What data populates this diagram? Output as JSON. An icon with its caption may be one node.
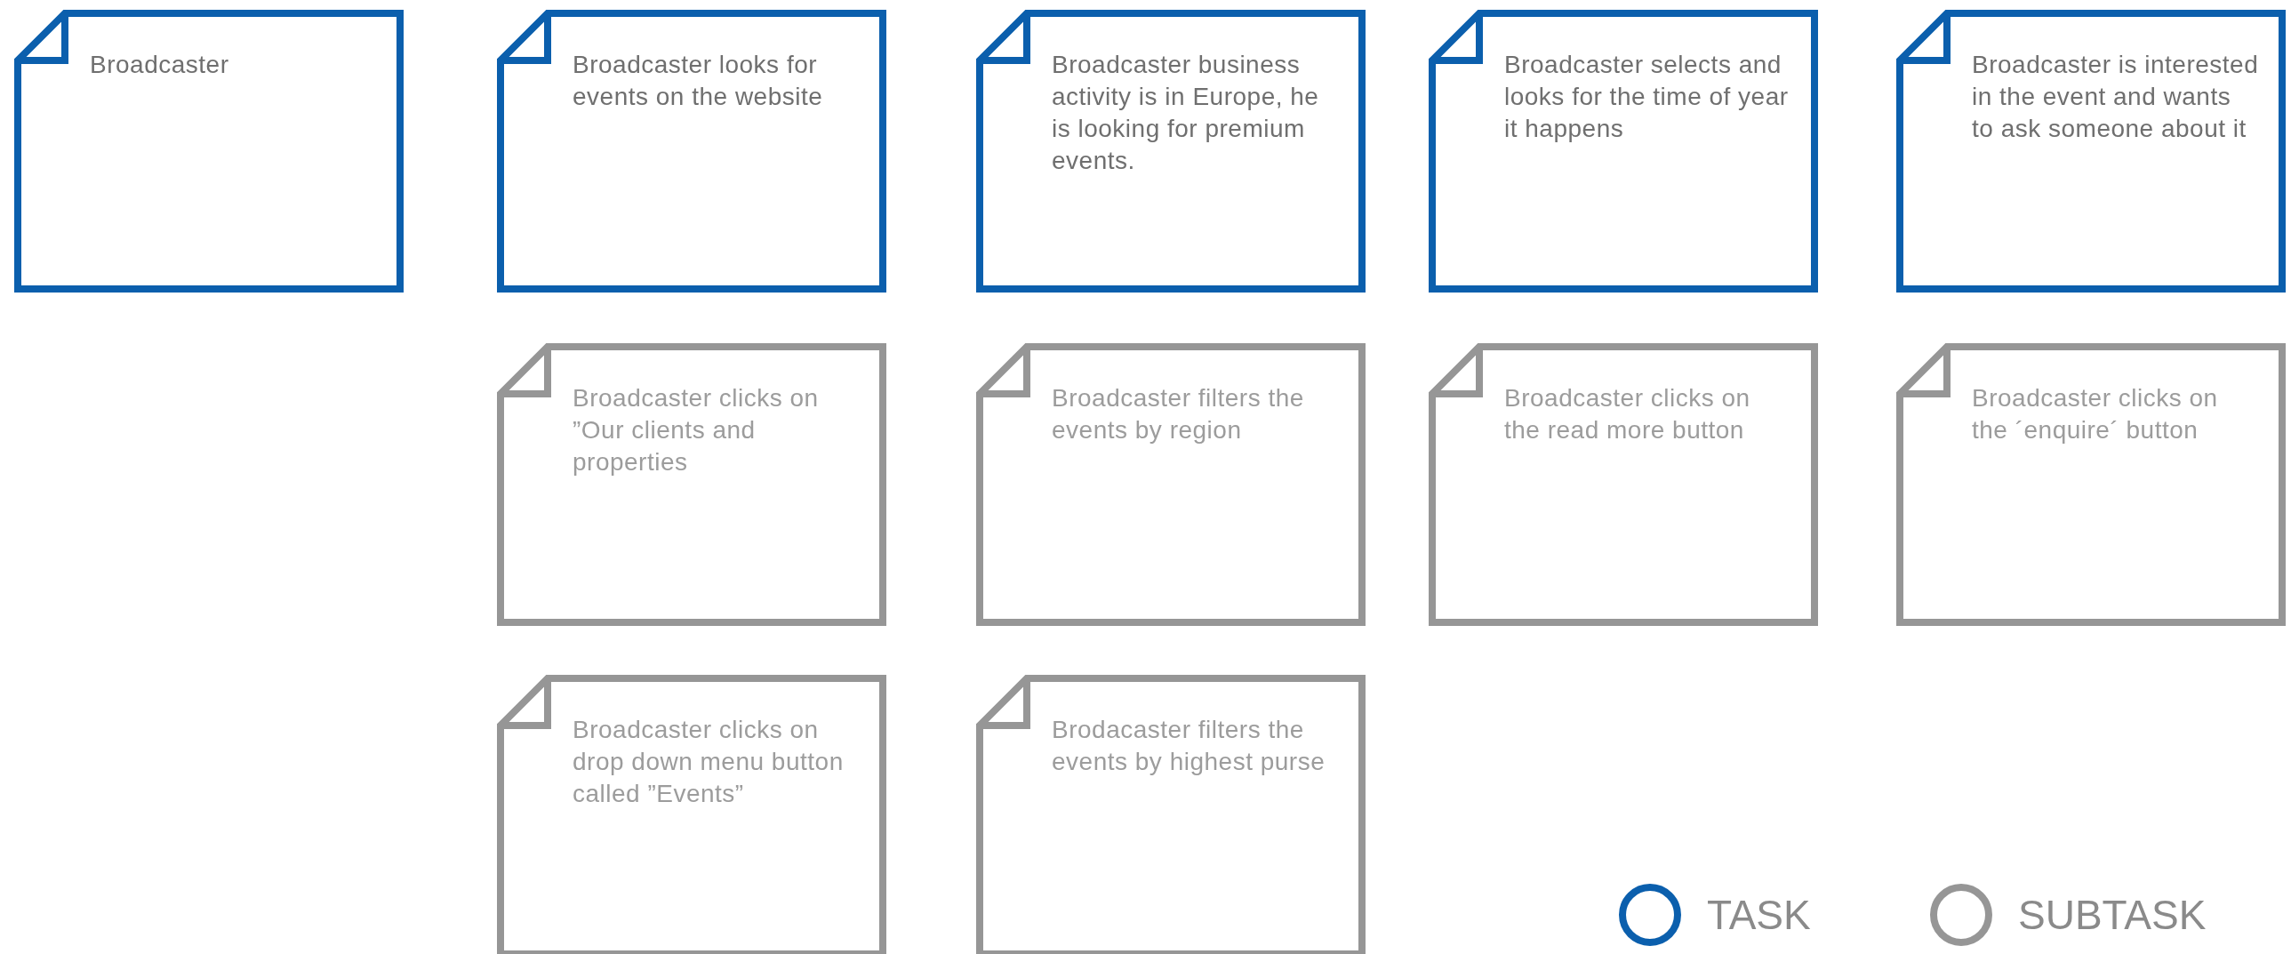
{
  "diagram": {
    "nodes": [
      {
        "text": [
          "Broadcaster"
        ]
      },
      {
        "text": [
          "Broadcaster looks for events on the website"
        ]
      },
      {
        "text": [
          "Broadcaster business activity is in Europe, he is looking for premium events."
        ]
      },
      {
        "text": [
          "Broadcaster selects and looks for the time of year it happens"
        ]
      },
      {
        "text": [
          "Broadcaster is interested in the event and wants to ask someone about it"
        ]
      },
      {
        "text": [
          "Broadcaster clicks on ”Our clients and properties"
        ]
      },
      {
        "text": [
          "Broadcaster filters the events by region"
        ]
      },
      {
        "text": [
          "Broadcaster clicks on the read more button"
        ]
      },
      {
        "text": [
          "Broadcaster clicks on the ´enquire´ button"
        ]
      },
      {
        "text": [
          "Broadcaster clicks on drop down menu button called ”Events”"
        ]
      },
      {
        "text": [
          "Brodacaster filters the events by highest purse"
        ]
      }
    ],
    "legend": [
      {
        "text": "TASK",
        "color": "#0b5fad"
      },
      {
        "text": "SUBTASK",
        "color": "#969696"
      }
    ]
  }
}
